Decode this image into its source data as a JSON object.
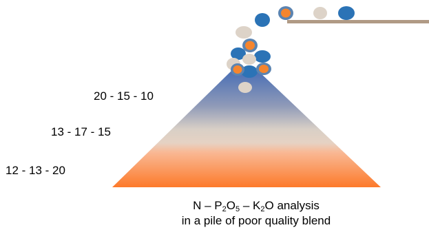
{
  "labels": {
    "top": "20 - 15 - 10",
    "middle": "13 - 17 - 15",
    "bottom": "12 - 13 - 20"
  },
  "caption": {
    "n": "N",
    "dash1": " – ",
    "p": "P",
    "p_sub": "2",
    "o1": "O",
    "o1_sub": "5",
    "dash2": " – ",
    "k": "K",
    "k_sub": "2",
    "o2": "O analysis",
    "line2": "in a pile of poor quality blend"
  },
  "colors": {
    "blue": "#2b73b6",
    "orange": "#f5852e",
    "orange_ring": "#5b84b1",
    "beige": "#ddd3c8",
    "conveyor": "#b09a85",
    "pile_top": "#4a6fb5",
    "pile_mid": "#d8cfc6",
    "pile_bottom": "#fd7a2a"
  },
  "icons": {
    "granule_nitrogen": "blue-granule",
    "granule_phosphate": "orange-granule",
    "granule_potash": "beige-granule",
    "conveyor": "conveyor-belt"
  }
}
